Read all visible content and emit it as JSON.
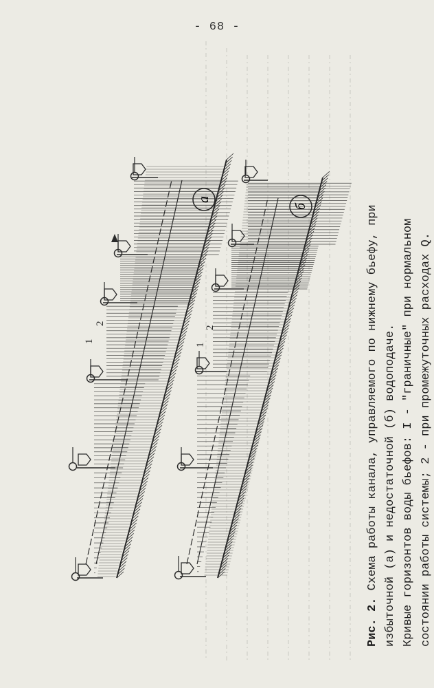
{
  "page": {
    "number": "- 68 -"
  },
  "figure": {
    "label_a": "а",
    "label_b": "б",
    "curve_label_1": "1",
    "curve_label_2": "2"
  },
  "caption": {
    "line1_bold": "Рис. 2.",
    "line1": " Схема работы канала, управляемого по нижнему бьефу, при",
    "line2": "избыточной (а) и недостаточной (б) водоподаче.",
    "line3": "Кривые горизонтов воды бьефов: I - \"граничные\" при нормальном",
    "line4": "состоянии работы системы; 2 - при промежуточных расходах Q."
  },
  "colors": {
    "ink": "#2a2a2a",
    "paper": "#ecebe4",
    "bleed": "#8a8a86"
  }
}
